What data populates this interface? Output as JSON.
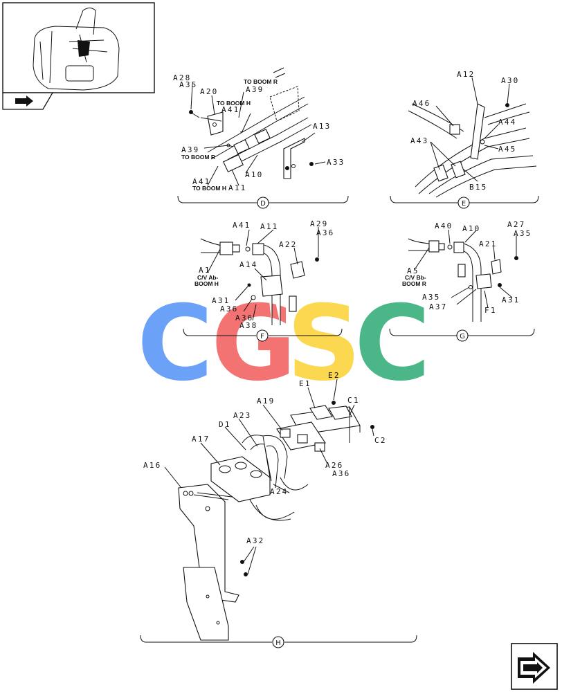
{
  "sections": {
    "D": {
      "letter": "D"
    },
    "E": {
      "letter": "E"
    },
    "F": {
      "letter": "F"
    },
    "G": {
      "letter": "G"
    },
    "H": {
      "letter": "H"
    }
  },
  "notes": {
    "to_boom_r_top": "TO BOOM R",
    "to_boom_h_top": "TO BOOM H",
    "to_boom_r_mid": "TO BOOM R",
    "to_boom_h_bot": "TO BOOM H",
    "cv_ab_1": "C/V Ab-",
    "cv_ab_2": "BOOM H",
    "cv_bb_1": "C/V Bb-",
    "cv_bb_2": "BOOM R"
  },
  "watermark": {
    "letters": [
      "C",
      "G",
      "S",
      "C"
    ],
    "colors": [
      "#3b82f6",
      "#ef4444",
      "#facc15",
      "#10a062"
    ]
  },
  "labels": {
    "D": [
      "A28",
      "A35",
      "A20",
      "A39",
      "A41",
      "A13",
      "A39",
      "A10",
      "A33",
      "A41",
      "A11"
    ],
    "E": [
      "A12",
      "A30",
      "A46",
      "A44",
      "A43",
      "A45",
      "B15"
    ],
    "F": [
      "A41",
      "A11",
      "A29",
      "A36",
      "A22",
      "A1",
      "A14",
      "A31",
      "A36",
      "A38"
    ],
    "G": [
      "A40",
      "A10",
      "A27",
      "A35",
      "A21",
      "A5",
      "A35",
      "A37",
      "A31",
      "F1"
    ],
    "H": [
      "E1",
      "E2",
      "C1",
      "A19",
      "A23",
      "D1",
      "C2",
      "A17",
      "A26",
      "A36",
      "A16",
      "A24",
      "A32"
    ]
  }
}
